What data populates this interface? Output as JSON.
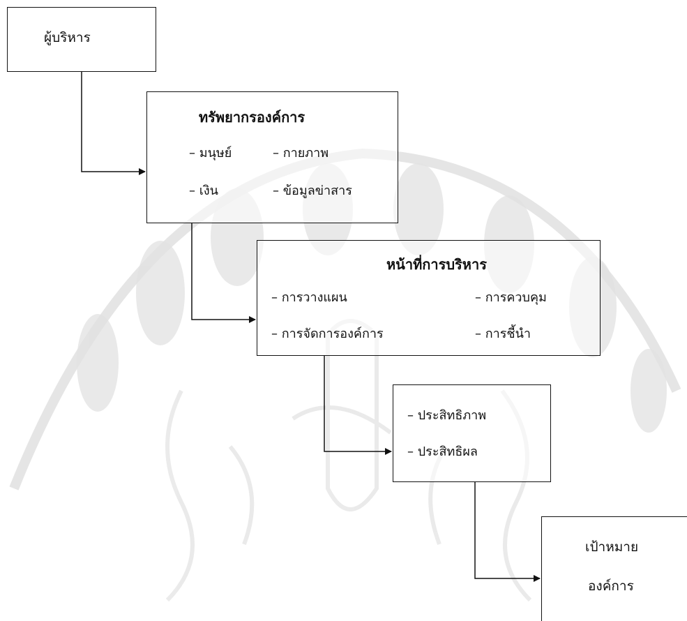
{
  "boxes": {
    "executive": {
      "label": "ผู้บริหาร"
    },
    "resources": {
      "title": "ทรัพยากรองค์การ",
      "items": [
        "– มนุษย์",
        "– กายภาพ",
        "– เงิน",
        "– ข้อมูลข่าสาร"
      ]
    },
    "functions": {
      "title": "หน้าที่การบริหาร",
      "items": [
        "– การวางแผน",
        "– การควบคุม",
        "– การจัดการองค์การ",
        "– การชี้นำ"
      ]
    },
    "outcomes": {
      "items": [
        "– ประสิทธิภาพ",
        "– ประสิทธิผล"
      ]
    },
    "goal": {
      "lines": [
        "เป้าหมาย",
        "องค์การ"
      ]
    }
  },
  "watermark": {
    "color": "#d9d9d9"
  }
}
